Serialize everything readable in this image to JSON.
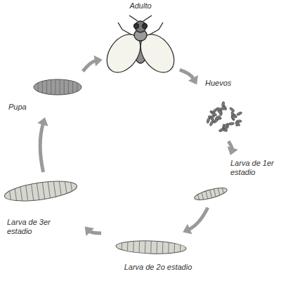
{
  "diagram": {
    "nodes": [
      {
        "text": [
          "Adulto"
        ]
      },
      {
        "text": [
          "Huevos"
        ]
      },
      {
        "text": [
          "Larva de 1er estadio"
        ]
      },
      {
        "text": [
          "Larva de 2o estadio"
        ]
      },
      {
        "text": [
          "Larva de 3er estadio"
        ]
      },
      {
        "text": [
          "Pupa"
        ]
      }
    ],
    "edges": [
      {
        "from": 0,
        "to": 1,
        "arrow": "to"
      },
      {
        "from": 1,
        "to": 2,
        "arrow": "to"
      },
      {
        "from": 2,
        "to": 3,
        "arrow": "to"
      },
      {
        "from": 3,
        "to": 4,
        "arrow": "to"
      },
      {
        "from": 4,
        "to": 5,
        "arrow": "to"
      },
      {
        "from": 5,
        "to": 0,
        "arrow": "to"
      }
    ]
  }
}
